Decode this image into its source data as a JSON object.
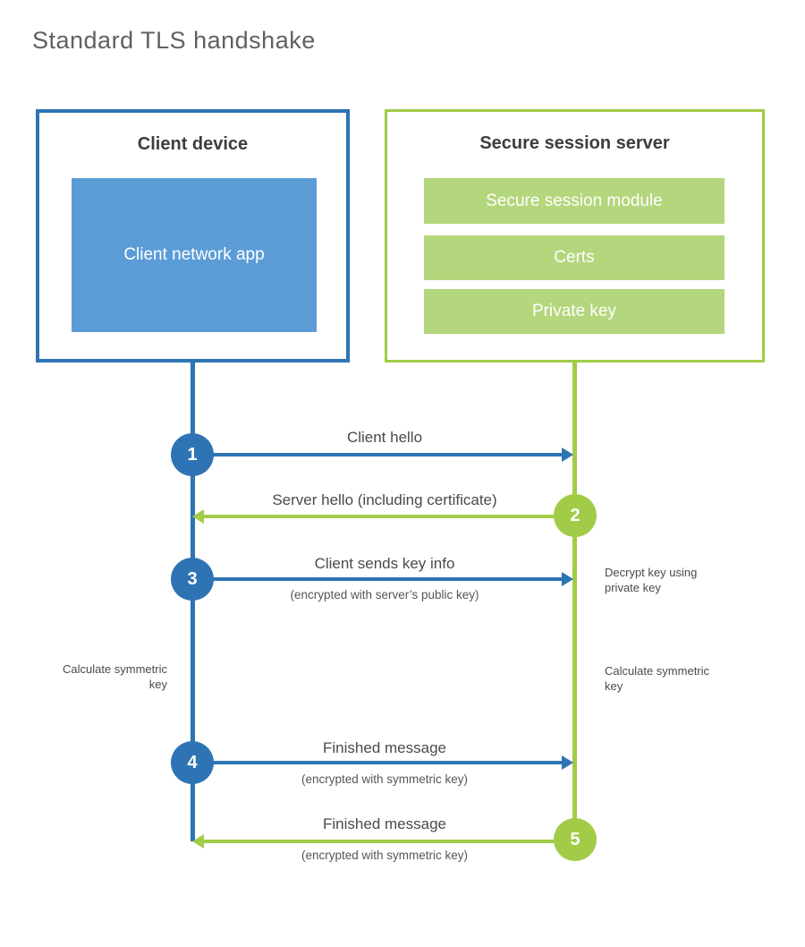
{
  "title": "Standard TLS handshake",
  "colors": {
    "blue": "#2e74b5",
    "blue_fill": "#5b9cd6",
    "green": "#a2cc47",
    "green_fill": "#b4d67c"
  },
  "client": {
    "title": "Client device",
    "app_label": "Client network app"
  },
  "server": {
    "title": "Secure session server",
    "modules": [
      "Secure session module",
      "Certs",
      "Private key"
    ]
  },
  "steps": [
    {
      "num": "1",
      "label": "Client hello",
      "from": "client",
      "to": "server"
    },
    {
      "num": "2",
      "label": "Server hello (including certificate)",
      "from": "server",
      "to": "client"
    },
    {
      "num": "3",
      "label": "Client sends key info",
      "sub": "(encrypted with server’s public key)",
      "from": "client",
      "to": "server",
      "server_note": "Decrypt key using private key"
    },
    {
      "num": "4",
      "label": "Finished message",
      "sub": "(encrypted with symmetric key)",
      "from": "client",
      "to": "server"
    },
    {
      "num": "5",
      "label": "Finished message",
      "sub": "(encrypted with symmetric key)",
      "from": "server",
      "to": "client"
    }
  ],
  "notes": {
    "client_note": "Calculate symmetric key",
    "server_note": "Calculate symmetric key"
  }
}
